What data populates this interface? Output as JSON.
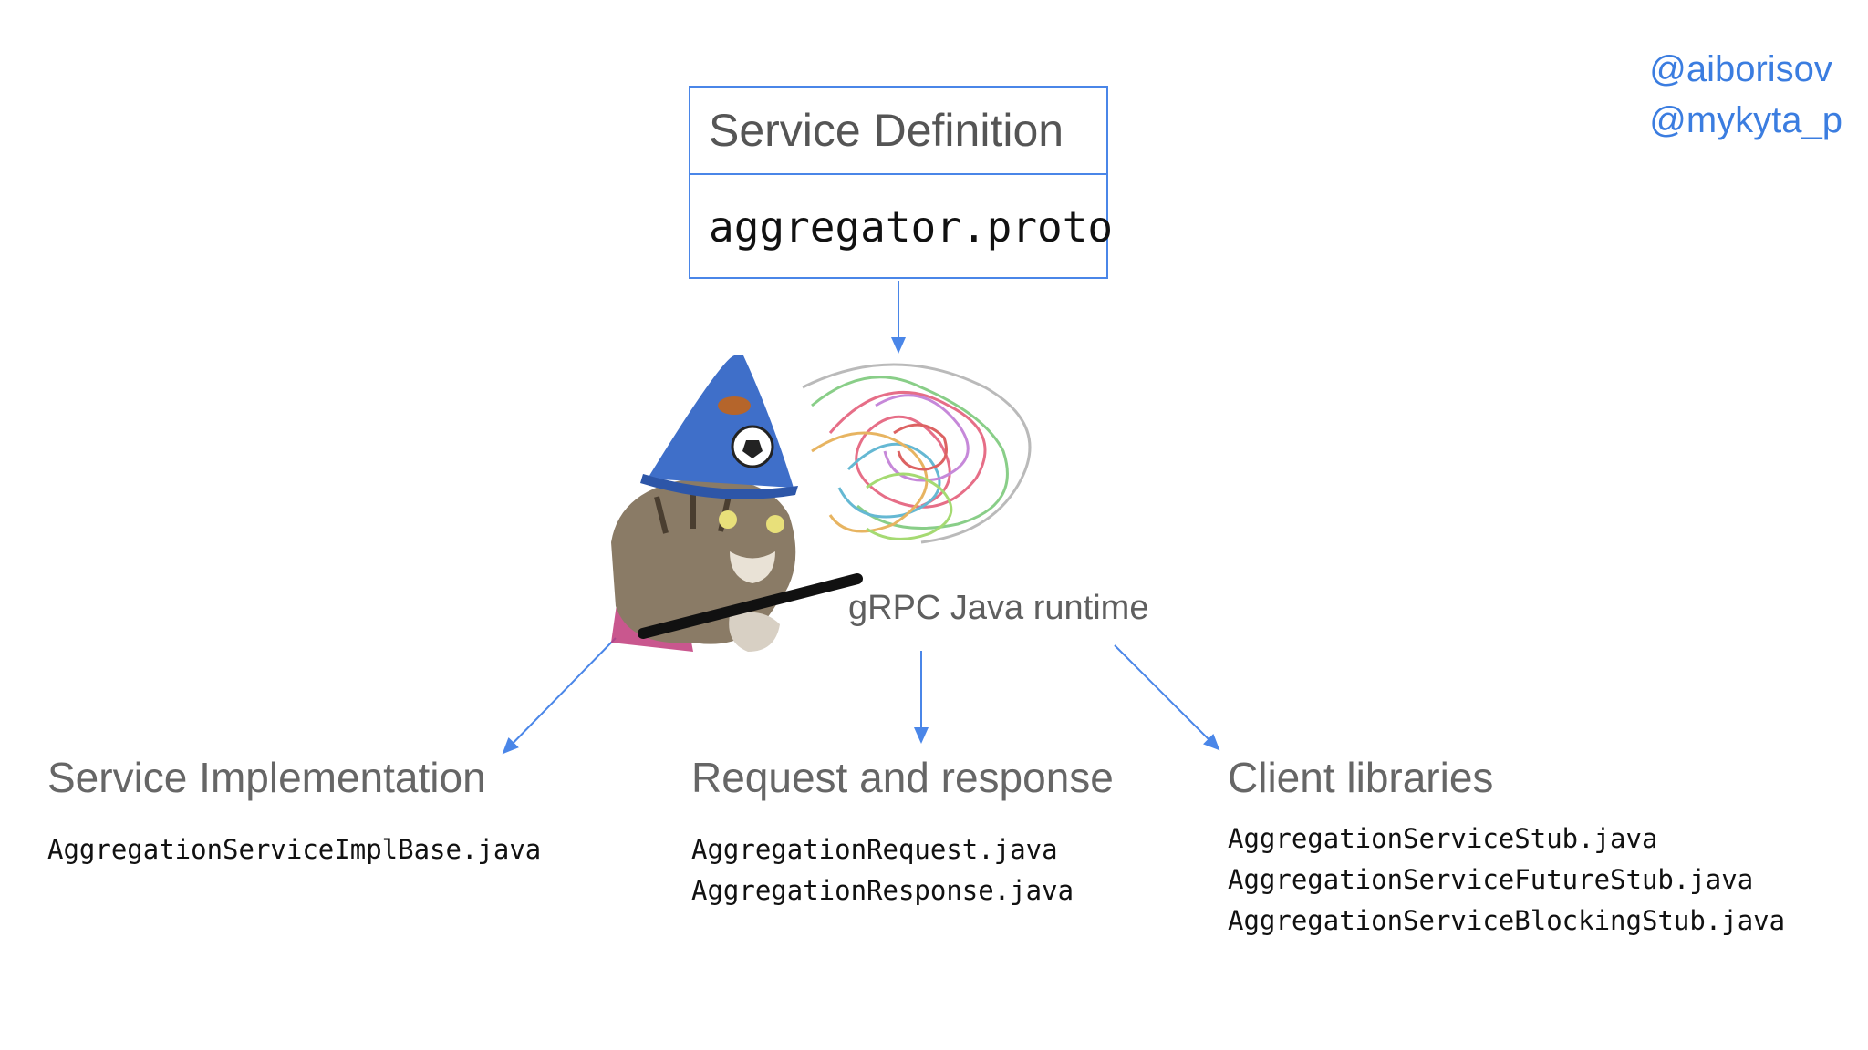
{
  "handles": [
    "@aiborisov",
    "@mykyta_p"
  ],
  "definition": {
    "title": "Service Definition",
    "file": "aggregator.proto"
  },
  "runtime": {
    "label": "gRPC Java runtime"
  },
  "columns": [
    {
      "title": "Service Implementation",
      "files": [
        "AggregationServiceImplBase.java"
      ]
    },
    {
      "title": "Request and response",
      "files": [
        "AggregationRequest.java",
        "AggregationResponse.java"
      ]
    },
    {
      "title": "Client libraries",
      "files": [
        "AggregationServiceStub.java",
        "AggregationServiceFutureStub.java",
        "AggregationServiceBlockingStub.java"
      ]
    }
  ],
  "colors": {
    "accent": "#4a86e8",
    "handle": "#3b7de0",
    "heading": "#666666",
    "code": "#111111"
  }
}
